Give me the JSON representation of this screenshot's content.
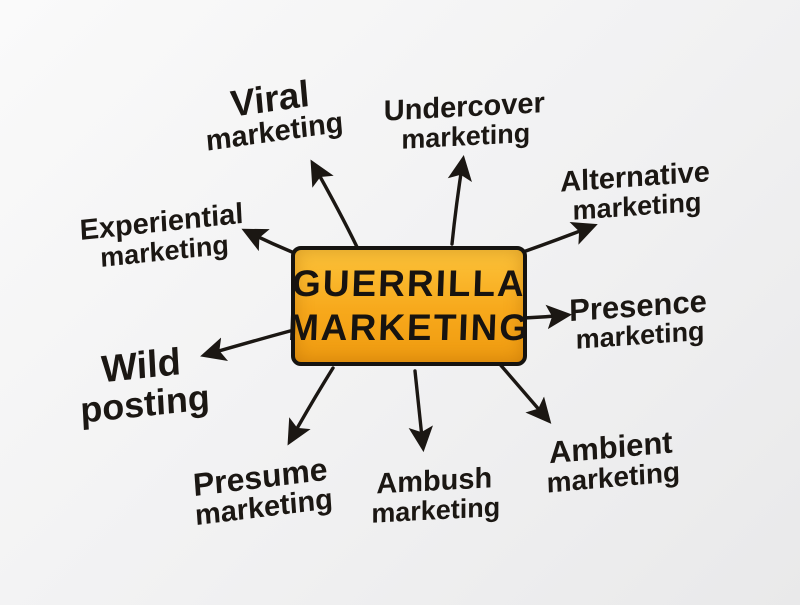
{
  "diagram": {
    "type": "mind-map",
    "topic": "Guerrilla Marketing"
  },
  "center": {
    "line1": "GUERRILLA",
    "line2": "MARKETING",
    "fill_color": "#F7A81B",
    "border_color": "#151310"
  },
  "nodes": {
    "viral": {
      "line1": "Viral",
      "line2": "marketing"
    },
    "undercover": {
      "line1": "Undercover",
      "line2": "marketing"
    },
    "alternative": {
      "line1": "Alternative",
      "line2": "marketing"
    },
    "experiential": {
      "line1": "Experiential",
      "line2": "marketing"
    },
    "presence": {
      "line1": "Presence",
      "line2": "marketing"
    },
    "wild": {
      "line1": "Wild",
      "line2": "posting"
    },
    "ambient": {
      "line1": "Ambient",
      "line2": "marketing"
    },
    "presume": {
      "line1": "Presume",
      "line2": "marketing"
    },
    "ambush": {
      "line1": "Ambush",
      "line2": "marketing"
    }
  },
  "ink_color": "#1b1713"
}
